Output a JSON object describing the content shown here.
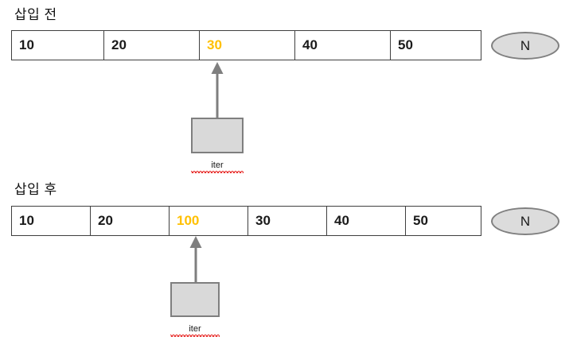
{
  "page": {
    "background": "#ffffff",
    "highlight_color": "#ffc000",
    "node_fill": "#dcdcdc",
    "node_stroke": "#808080",
    "box_fill": "#d9d9d9",
    "box_stroke": "#7f7f7f",
    "arrow_color": "#7f7f7f"
  },
  "sections": [
    {
      "title": "삽입 전",
      "array": {
        "cells": [
          {
            "value": "10",
            "highlighted": false
          },
          {
            "value": "20",
            "highlighted": false
          },
          {
            "value": "30",
            "highlighted": true
          },
          {
            "value": "40",
            "highlighted": false
          },
          {
            "value": "50",
            "highlighted": false
          }
        ]
      },
      "end_node": {
        "label": "N"
      },
      "pointer": {
        "label": "iter",
        "targets_cell_index": 2
      }
    },
    {
      "title": "삽입 후",
      "array": {
        "cells": [
          {
            "value": "10",
            "highlighted": false
          },
          {
            "value": "20",
            "highlighted": false
          },
          {
            "value": "100",
            "highlighted": true
          },
          {
            "value": "30",
            "highlighted": false
          },
          {
            "value": "40",
            "highlighted": false
          },
          {
            "value": "50",
            "highlighted": false
          }
        ]
      },
      "end_node": {
        "label": "N"
      },
      "pointer": {
        "label": "iter",
        "targets_cell_index": 2
      }
    }
  ]
}
